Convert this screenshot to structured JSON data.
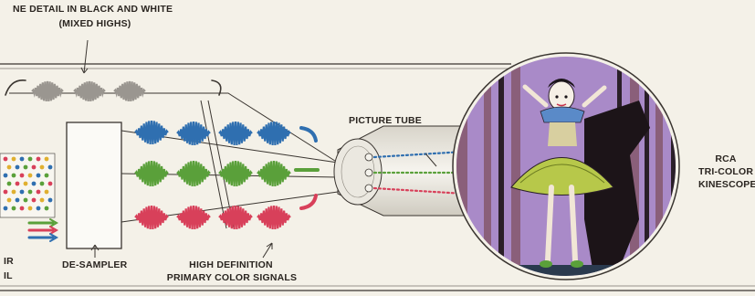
{
  "labels": {
    "top_line1": "NE DETAIL IN BLACK AND WHITE",
    "top_line2": "(MIXED HIGHS)",
    "picture_tube": "PICTURE TUBE",
    "rca_line1": "RCA",
    "rca_line2": "TRI-COLOR",
    "rca_line3": "KINESCOPE",
    "de_sampler": "DE-SAMPLER",
    "hd_line1": "HIGH DEFINITION",
    "hd_line2": "PRIMARY COLOR SIGNALS",
    "left_frag1": "IR",
    "left_frag2": "IL"
  },
  "colors": {
    "background": "#f4f1e8",
    "line": "#3a3530",
    "blue_signal": "#2f6fb0",
    "green_signal": "#5aa03a",
    "red_signal": "#d8405a",
    "gray_signal": "#9a9690",
    "tube_body": "#e9e6de",
    "screen_bg": "#a98ac8"
  },
  "icons": {
    "ballerina": "ballerina-figure"
  }
}
